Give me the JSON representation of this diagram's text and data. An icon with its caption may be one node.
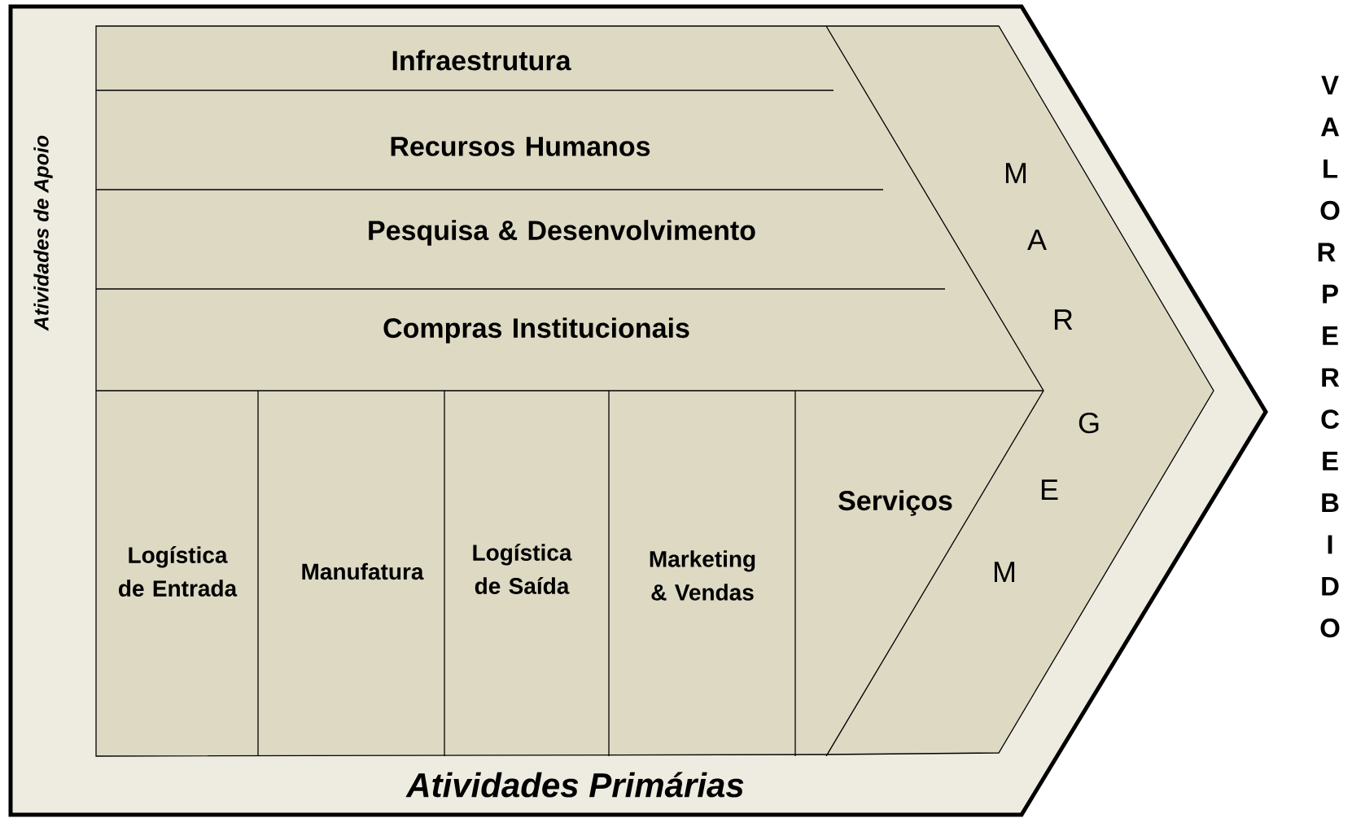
{
  "diagram": {
    "nodes": [
      {
        "text": [
          "Infraestrutura"
        ]
      },
      {
        "text": [
          "Recursos Humanos"
        ]
      },
      {
        "text": [
          "Pesquisa & Desenvolvimento"
        ]
      },
      {
        "text": [
          "Compras Institucionais"
        ]
      },
      {
        "text": [
          "Logística de Entrada"
        ]
      },
      {
        "text": [
          "Manufatura"
        ]
      },
      {
        "text": [
          "Logística de Saída"
        ]
      },
      {
        "text": [
          "Marketing & Vendas"
        ]
      },
      {
        "text": [
          "Serviços"
        ]
      },
      {
        "text": [
          "MARGEM"
        ]
      }
    ],
    "labels": [
      "Atividades de Apoio",
      "Atividades Primárias",
      "VALOR PERCEBIDO"
    ]
  }
}
